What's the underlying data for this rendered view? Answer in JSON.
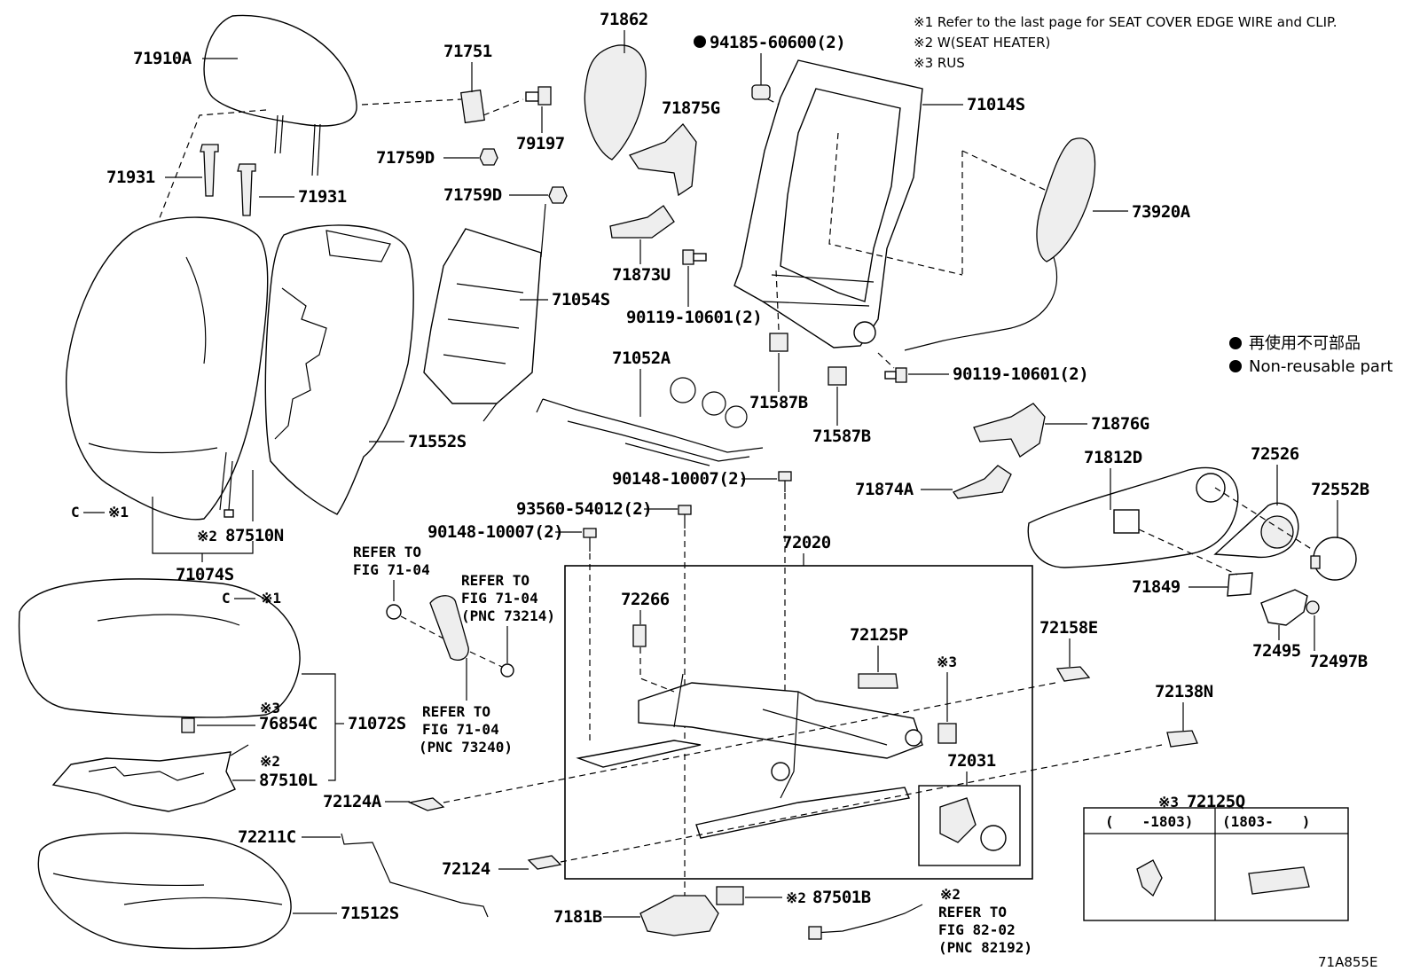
{
  "notes": [
    "※1 Refer to the last page for SEAT COVER EDGE WIRE and CLIP.",
    "※2 W(SEAT HEATER)",
    "※3 RUS"
  ],
  "legend": {
    "jp": "再使用不可部品",
    "en": "Non-reusable part"
  },
  "diagram_code": "71A855E",
  "labels": {
    "p71910A": "71910A",
    "p71931a": "71931",
    "p71931b": "71931",
    "p71751": "71751",
    "p79197": "79197",
    "p71759Da": "71759D",
    "p71759Db": "71759D",
    "p71862": "71862",
    "p71875G": "71875G",
    "p94185": "94185-60600(2)",
    "p71014S": "71014S",
    "p73920A": "73920A",
    "p71873U": "71873U",
    "p90119a": "90119-10601(2)",
    "p90119b": "90119-10601(2)",
    "p71054S": "71054S",
    "p71552S": "71552S",
    "p87510N": "87510N",
    "mark87510N": "※2",
    "p71074S": "71074S",
    "mark1a": "※1",
    "mark1b": "※1",
    "p71052A": "71052A",
    "p71587Ba": "71587B",
    "p71587Bb": "71587B",
    "p71876G": "71876G",
    "p71812D": "71812D",
    "p72526": "72526",
    "p72552B": "72552B",
    "p71874A": "71874A",
    "p90148a": "90148-10007(2)",
    "p90148b": "90148-10007(2)",
    "p93560": "93560-54012(2)",
    "p72020": "72020",
    "p71849": "71849",
    "p72495": "72495",
    "p72497B": "72497B",
    "ref1a": "REFER TO",
    "ref1b": "FIG 71-04",
    "ref2a": "REFER TO",
    "ref2b": "FIG 71-04",
    "ref2c": "(PNC 73214)",
    "ref3a": "REFER TO",
    "ref3b": "FIG 71-04",
    "ref3c": "(PNC 73240)",
    "p72266": "72266",
    "p72125P": "72125P",
    "mark3a": "※3",
    "p72158E": "72158E",
    "p72138N": "72138N",
    "mark3b": "※3",
    "p76854C": "76854C",
    "p71072S": "71072S",
    "mark2b": "※2",
    "p87510L": "87510L",
    "p72031": "72031",
    "mark3c": "※3",
    "p72125Q": "72125Q",
    "col1": "(　　-1803)",
    "col2": "(1803-　　)",
    "p72124A": "72124A",
    "p72211C": "72211C",
    "p72124": "72124",
    "p7181B": "7181B",
    "mark2c": "※2",
    "p87501B": "87501B",
    "mark2d": "※2",
    "ref4a": "REFER TO",
    "ref4b": "FIG 82-02",
    "ref4c": "(PNC 82192)",
    "p71512S": "71512S"
  }
}
